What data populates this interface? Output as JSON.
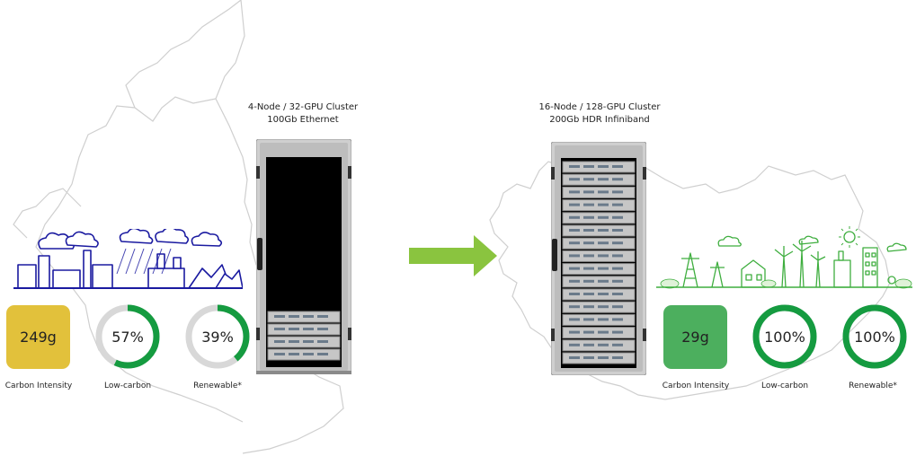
{
  "left": {
    "cluster_line1": "4-Node / 32-GPU Cluster",
    "cluster_line2": "100Gb Ethernet",
    "carbon_intensity": "249g",
    "carbon_label": "Carbon Intensity",
    "low_carbon_value": "57%",
    "low_carbon_fraction": 0.57,
    "low_carbon_label": "Low-carbon",
    "renewable_value": "39%",
    "renewable_fraction": 0.39,
    "renewable_label": "Renewable*",
    "tile_color": "#e2c13b",
    "illustration": "industrial-skyline-with-rain"
  },
  "right": {
    "cluster_line1": "16-Node / 128-GPU Cluster",
    "cluster_line2": "200Gb HDR Infiniband",
    "carbon_intensity": "29g",
    "carbon_label": "Carbon Intensity",
    "low_carbon_value": "100%",
    "low_carbon_fraction": 1.0,
    "low_carbon_label": "Low-carbon",
    "renewable_value": "100%",
    "renewable_fraction": 1.0,
    "renewable_label": "Renewable*",
    "tile_color": "#4caf5e",
    "illustration": "green-wind-solar-skyline"
  },
  "colors": {
    "ring_green": "#159b40",
    "ring_track": "#d8d8d8",
    "arrow": "#8ac43f",
    "map_line": "#cfcfcf"
  }
}
